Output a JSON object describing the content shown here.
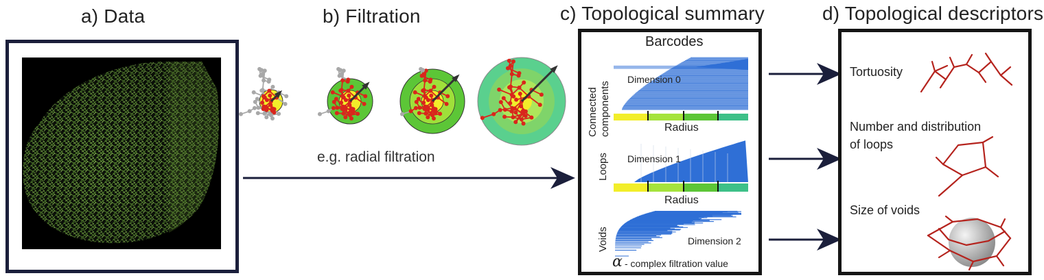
{
  "panels": {
    "a": {
      "title": "a) Data"
    },
    "b": {
      "title": "b) Filtration",
      "caption": "e.g. radial filtration"
    },
    "c": {
      "title": "c) Topological summary",
      "heading": "Barcodes",
      "dim0": {
        "ylabel_line1": "Connected",
        "ylabel_line2": "components",
        "label": "Dimension 0",
        "xlabel": "Radius"
      },
      "dim1": {
        "ylabel": "Loops",
        "label": "Dimension 1",
        "xlabel": "Radius"
      },
      "dim2": {
        "ylabel": "Voids",
        "label": "Dimension 2",
        "alpha": "α",
        "xlabel": "- complex filtration value"
      }
    },
    "d": {
      "title": "d) Topological descriptors",
      "items": [
        {
          "label": "Tortuosity"
        },
        {
          "label_line1": "Number and distribution",
          "label_line2": "of loops"
        },
        {
          "label": "Size of voids"
        }
      ]
    }
  },
  "colors": {
    "frame": "#1b1f3b",
    "arrow": "#1b1f3b",
    "bar_blue": "#2f6fd6",
    "tree_red": "#d9261c",
    "tree_gray": "#a8a8a8",
    "radius_yellow": "#f2ee2a",
    "radius_lightgreen": "#9fe03a",
    "radius_green": "#5cc637",
    "radius_teal": "#3dc088"
  }
}
